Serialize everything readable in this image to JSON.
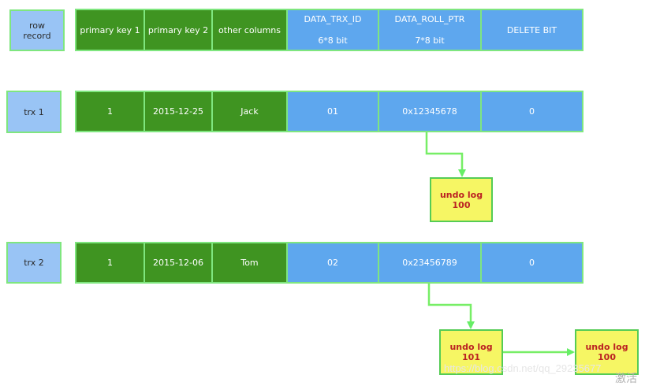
{
  "header": {
    "label": "row record",
    "cells": [
      {
        "text": "primary key 1",
        "sub": ""
      },
      {
        "text": "primary key 2",
        "sub": ""
      },
      {
        "text": "other columns",
        "sub": ""
      },
      {
        "text": "DATA_TRX_ID",
        "sub": "6*8 bit"
      },
      {
        "text": "DATA_ROLL_PTR",
        "sub": "7*8 bit"
      },
      {
        "text": "DELETE BIT",
        "sub": ""
      }
    ]
  },
  "trx1": {
    "label": "trx 1",
    "cells": [
      "1",
      "2015-12-25",
      "Jack",
      "01",
      "0x12345678",
      "0"
    ]
  },
  "trx2": {
    "label": "trx 2",
    "cells": [
      "1",
      "2015-12-06",
      "Tom",
      "02",
      "0x23456789",
      "0"
    ]
  },
  "undo_logs": {
    "u1": {
      "line1": "undo log",
      "line2": "100"
    },
    "u2": {
      "line1": "undo log",
      "line2": "101"
    },
    "u3": {
      "line1": "undo log",
      "line2": "100"
    }
  },
  "watermark": "https://blog.csdn.net/qq_29235677",
  "corner_text": "激活",
  "colors": {
    "green_cell": "#3f9421",
    "blue_cell": "#5ea7ee",
    "label_box": "#99c4f5",
    "border": "#7fe67f",
    "undo_fill": "#f6f664",
    "undo_text": "#bb2222",
    "arrow": "#66ee66"
  }
}
